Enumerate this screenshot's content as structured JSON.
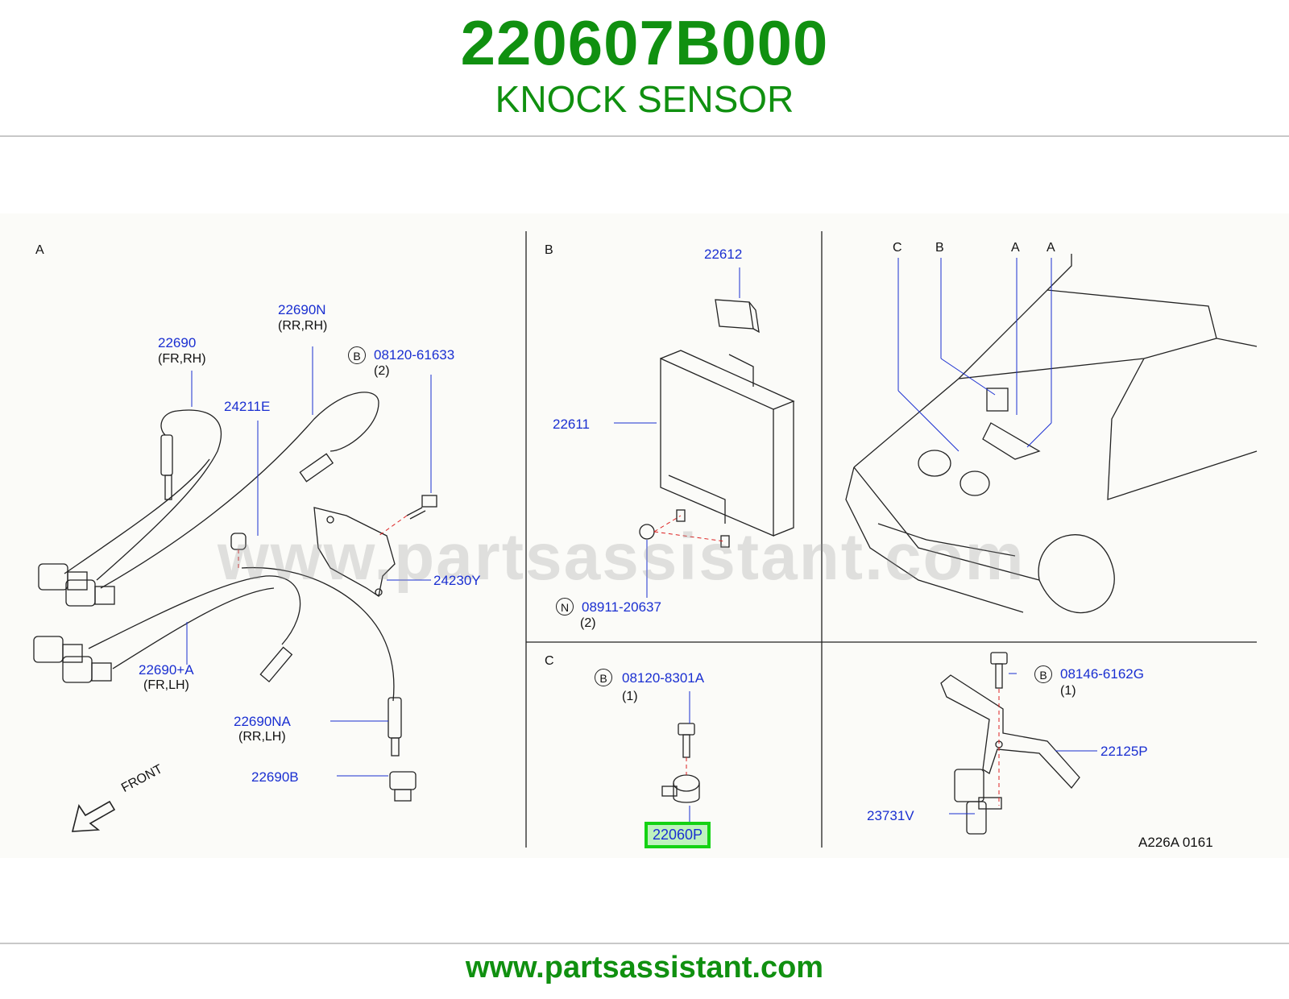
{
  "header": {
    "part_number": "220607B000",
    "part_name": "KNOCK SENSOR"
  },
  "watermark": "www.partsassistant.com",
  "footer": {
    "url": "www.partsassistant.com"
  },
  "diagram_code": "A226A  0161",
  "sections": {
    "a": {
      "letter": "A"
    },
    "b": {
      "letter": "B"
    },
    "c": {
      "letter": "C"
    },
    "vehicle": {
      "callouts": [
        "C",
        "B",
        "A",
        "A"
      ]
    }
  },
  "front_label": "FRONT",
  "labels": {
    "p22690": {
      "num": "22690",
      "note": "(FR,RH)"
    },
    "p22690n": {
      "num": "22690N",
      "note": "(RR,RH)"
    },
    "p24211e": {
      "num": "24211E"
    },
    "p08120_61633": {
      "circle": "B",
      "num": "08120-61633",
      "qty": "(2)"
    },
    "p24230y": {
      "num": "24230Y"
    },
    "p22690a": {
      "num": "22690+A",
      "note": "(FR,LH)"
    },
    "p22690na": {
      "num": "22690NA",
      "note": "(RR,LH)"
    },
    "p22690b": {
      "num": "22690B"
    },
    "p22612": {
      "num": "22612"
    },
    "p22611": {
      "num": "22611"
    },
    "p08911_20637": {
      "circle": "N",
      "num": "08911-20637",
      "qty": "(2)"
    },
    "p08120_8301a": {
      "circle": "B",
      "num": "08120-8301A",
      "qty": "(1)"
    },
    "p22060p": {
      "num": "22060P"
    },
    "p08146_6162g": {
      "circle": "B",
      "num": "08146-6162G",
      "qty": "(1)"
    },
    "p22125p": {
      "num": "22125P"
    },
    "p23731v": {
      "num": "23731V"
    }
  },
  "colors": {
    "brand_green": "#109010",
    "label_blue": "#1a2fd1",
    "highlight": "#14d214"
  }
}
